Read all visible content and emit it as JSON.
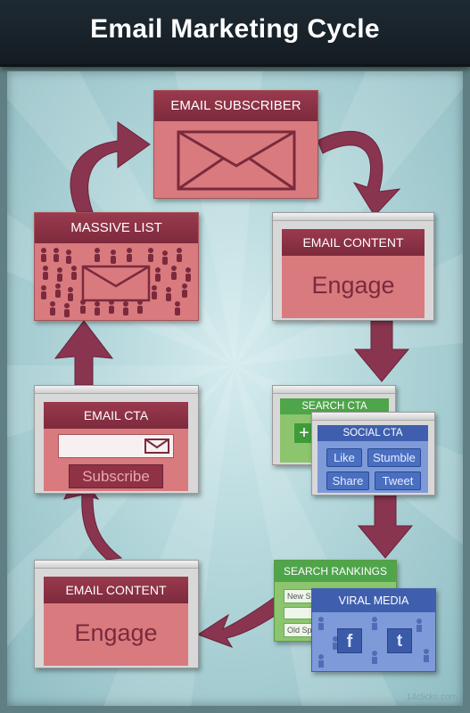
{
  "header": {
    "title": "Email Marketing Cycle"
  },
  "nodes": {
    "email_subscriber": {
      "title": "EMAIL SUBSCRIBER",
      "icon": "envelope-icon"
    },
    "email_content_top": {
      "title": "EMAIL CONTENT",
      "text": "Engage"
    },
    "massive_list": {
      "title": "MASSIVE LIST",
      "icon": "crowd-envelope-icon"
    },
    "email_cta": {
      "title": "EMAIL CTA",
      "button": "Subscribe",
      "icon": "envelope-icon"
    },
    "search_cta": {
      "title": "SEARCH CTA",
      "icon": "plus-icon"
    },
    "social_cta": {
      "title": "SOCIAL CTA",
      "buttons": [
        "Like",
        "Stumble",
        "Share",
        "Tweet"
      ]
    },
    "search_rankings": {
      "title": "SEARCH RANKINGS",
      "rows": [
        "New S",
        "Old Sp"
      ]
    },
    "viral_media": {
      "title": "VIRAL MEDIA",
      "icons": [
        "facebook-icon",
        "twitter-icon"
      ]
    },
    "email_content_bottom": {
      "title": "EMAIL CONTENT",
      "text": "Engage"
    }
  },
  "footer": {
    "credit": "14clicks.com"
  },
  "colors": {
    "arrow": "#8a3550",
    "header_bg": "#1c2730",
    "pink": "#d97a7e",
    "maroon": "#8a3248",
    "green": "#4fa54a",
    "blue": "#4a6fc0"
  }
}
